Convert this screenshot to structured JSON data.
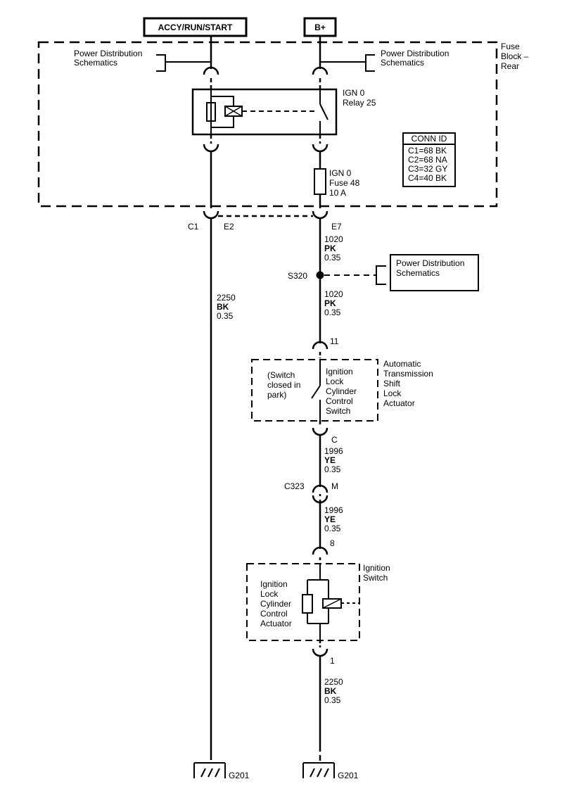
{
  "boxes": {
    "accy_run_start": "ACCY/RUN/START",
    "b_plus": "B+"
  },
  "fuse_block": {
    "lines": [
      "Fuse",
      "Block –",
      "Rear"
    ]
  },
  "power_distribution": {
    "left": [
      "Power Distribution",
      "Schematics"
    ],
    "right": [
      "Power Distribution",
      "Schematics"
    ],
    "splice": [
      "Power Distribution",
      "Schematics"
    ]
  },
  "relay": {
    "lines": [
      "IGN 0",
      "Relay 25"
    ]
  },
  "fuse": {
    "lines": [
      "IGN 0",
      "Fuse 48",
      "10 A"
    ]
  },
  "conn_id": {
    "title": "CONN ID",
    "rows": [
      "C1=68 BK",
      "C2=68 NA",
      "C3=32 GY",
      "C4=40 BK"
    ]
  },
  "connectors": {
    "c1": "C1",
    "e2": "E2",
    "e7": "E7",
    "s320": "S320",
    "pin11": "11",
    "pinC": "C",
    "c323": "C323",
    "pinM": "M",
    "pin8": "8",
    "pin1": "1"
  },
  "wires": {
    "w1020_top": [
      "1020",
      "PK",
      "0.35"
    ],
    "w1020_bottom": [
      "1020",
      "PK",
      "0.35"
    ],
    "w2250_left": [
      "2250",
      "BK",
      "0.35"
    ],
    "w1996_top": [
      "1996",
      "YE",
      "0.35"
    ],
    "w1996_bottom": [
      "1996",
      "YE",
      "0.35"
    ],
    "w2250_bottom": [
      "2250",
      "BK",
      "0.35"
    ]
  },
  "shift_lock": {
    "switch_note": [
      "(Switch",
      "closed in",
      "park)"
    ],
    "switch_name": [
      "Ignition",
      "Lock",
      "Cylinder",
      "Control",
      "Switch"
    ],
    "component": [
      "Automatic",
      "Transmission",
      "Shift",
      "Lock",
      "Actuator"
    ]
  },
  "ignition_switch": {
    "actuator": [
      "Ignition",
      "Lock",
      "Cylinder",
      "Control",
      "Actuator"
    ],
    "component": [
      "Ignition",
      "Switch"
    ]
  },
  "grounds": {
    "left": "G201",
    "right": "G201"
  }
}
